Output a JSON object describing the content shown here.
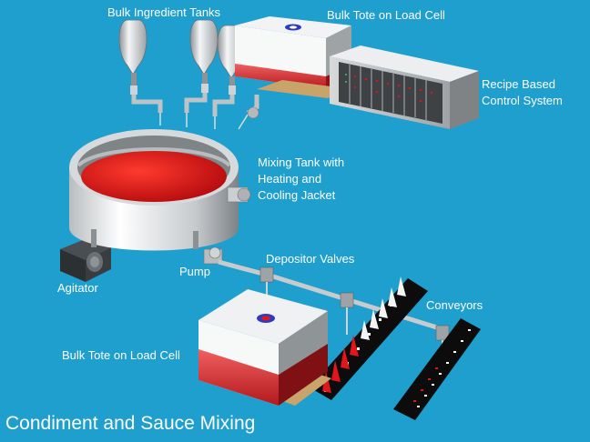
{
  "title": "Condiment and Sauce Mixing",
  "labels": {
    "bulk_ingredient_tanks": "Bulk Ingredient Tanks",
    "bulk_tote_top": "Bulk Tote on Load Cell",
    "recipe_control_line1": "Recipe Based",
    "recipe_control_line2": "Control System",
    "mixing_tank_line1": "Mixing Tank with",
    "mixing_tank_line2": "Heating and",
    "mixing_tank_line3": "Cooling Jacket",
    "agitator": "Agitator",
    "pump": "Pump",
    "depositor_valves": "Depositor Valves",
    "conveyors": "Conveyors",
    "bulk_tote_bottom": "Bulk Tote on Load Cell"
  },
  "colors": {
    "background": "#1e9fce",
    "sauce": "#e2151b",
    "steel": "#c9cdd0",
    "dark_panel": "#111111"
  }
}
